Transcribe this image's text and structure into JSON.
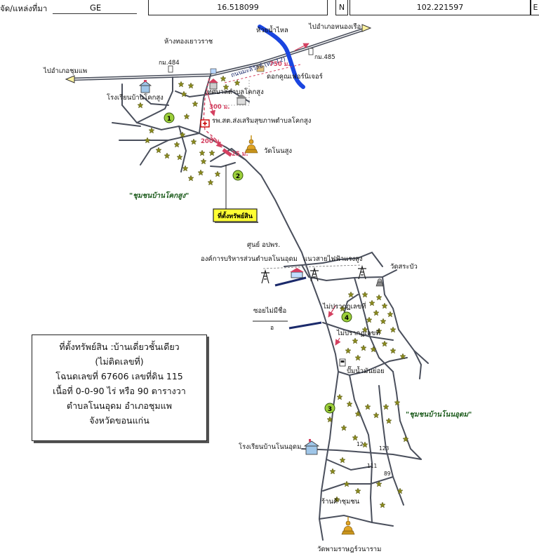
{
  "header": {
    "label": "จัด/แหล่งที่มา",
    "source": "GE",
    "lat": "16.518099",
    "n_label": "N",
    "lon": "102.221597",
    "e_label": "E"
  },
  "labels": {
    "to_nong_ruea": "ไปอำเภอหนองเรือ",
    "to_chum_phae": "ไปอำเภอชุมแพ",
    "huai_nam_lai": "ห้วยน้ำไหล",
    "road_name": "ถนนมะลิวัลย์ (ทล.12)",
    "km484": "กม.484",
    "km485": "กม.485",
    "dist_750": "750 ม.",
    "gold_shop": "ห้างทองเยาวราช",
    "furniture": "ดอกคูณเฟอร์นิเจอร์",
    "school_khok_sung": "โรงเรียนบ้านโคกสูง",
    "municipality": "เทศบาลตำบลโคกสูง",
    "dist_300": "300 ม.",
    "hospital": "รพ.สต.ส่งเสริมสุขภาพตำบลโคกสูง",
    "dist_200": "200 ม.",
    "dist_25": "25 ม.",
    "wat_non_sung": "วัดโนนสูง",
    "community_khok_sung": "\"ชุมชนบ้านโคกสูง\"",
    "property_box": "ที่ตั้งทรัพย์สิน",
    "center_opor": "ศูนย์ อปพร.",
    "sao_office": "องค์การบริหารส่วนตำบลโนนอุดม",
    "power_line": "แนวสายไฟฟ้าแรงสูง",
    "wat_sa_bua": "วัดสระบัว",
    "soi_no_name": "ซอยไม่มีชื่อ",
    "no_house_no": "ไม่ปรากฏเลขที่",
    "no_house_no2": "ไม่ปรากฏเลขที่",
    "gas_station": "ปั๊มน้ำมันย่อย",
    "community_non_udom": "\"ชุมชนบ้านโนนอุดม\"",
    "school_non_udom": "โรงเรียนบ้านโนนอุดม",
    "chum_phon_shop": "ร้านค้าชุมชน",
    "wat_bottom": "วัดพามราษฎร์วนาราม",
    "n1": "1",
    "n2": "2",
    "n3": "3",
    "n4": "4",
    "h12": "12",
    "h123": "123",
    "h111": "111",
    "h89": "89",
    "d_mark": "อ"
  },
  "info_box": {
    "line1": "ที่ตั้งทรัพย์สิน :บ้านเดี่ยวชั้นเดียว",
    "line2": "(ไม่ติดเลขที่)",
    "line3": "โฉนดเลขที่ 67606  เลขที่ดิน  115",
    "line4": "เนื้อที่ 0-0-90 ไร่ หรือ 90 ตารางวา",
    "line5": "ตำบลโนนอุดม อำเภอชุมแพ",
    "line6": "จังหวัดขอนแก่น"
  },
  "colors": {
    "road": "#4a4f5c",
    "river": "#1a45e0",
    "tree": "#8a8a1e",
    "marker_green": "#9ccf3a",
    "highlight": "#ffff33",
    "pink": "#d44060",
    "navy": "#1b2a6b"
  }
}
